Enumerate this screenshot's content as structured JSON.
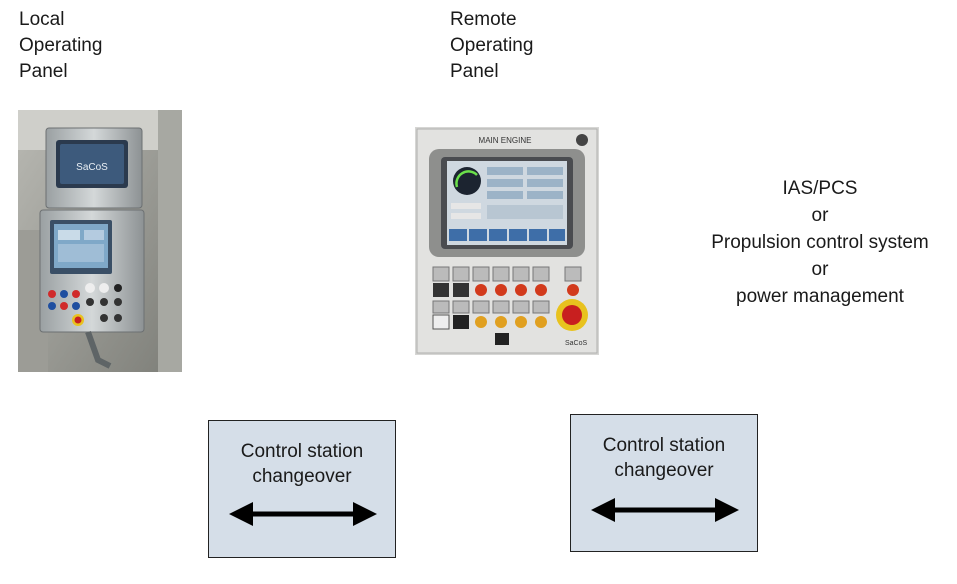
{
  "local_panel": {
    "label": "Local\nOperating\nPanel",
    "badge": "SaCoS"
  },
  "remote_panel": {
    "label": "Remote\nOperating\nPanel",
    "header": "MAIN ENGINE",
    "footer": "SaCoS"
  },
  "ias_block": {
    "lines": [
      "IAS/PCS",
      "or",
      "Propulsion control system",
      "or",
      "power management"
    ]
  },
  "changeover_boxes": [
    {
      "text": "Control station\nchangeover"
    },
    {
      "text": "Control station\nchangeover"
    }
  ],
  "colors": {
    "box_fill": "#d5dee8",
    "text": "#1a1a1a"
  }
}
